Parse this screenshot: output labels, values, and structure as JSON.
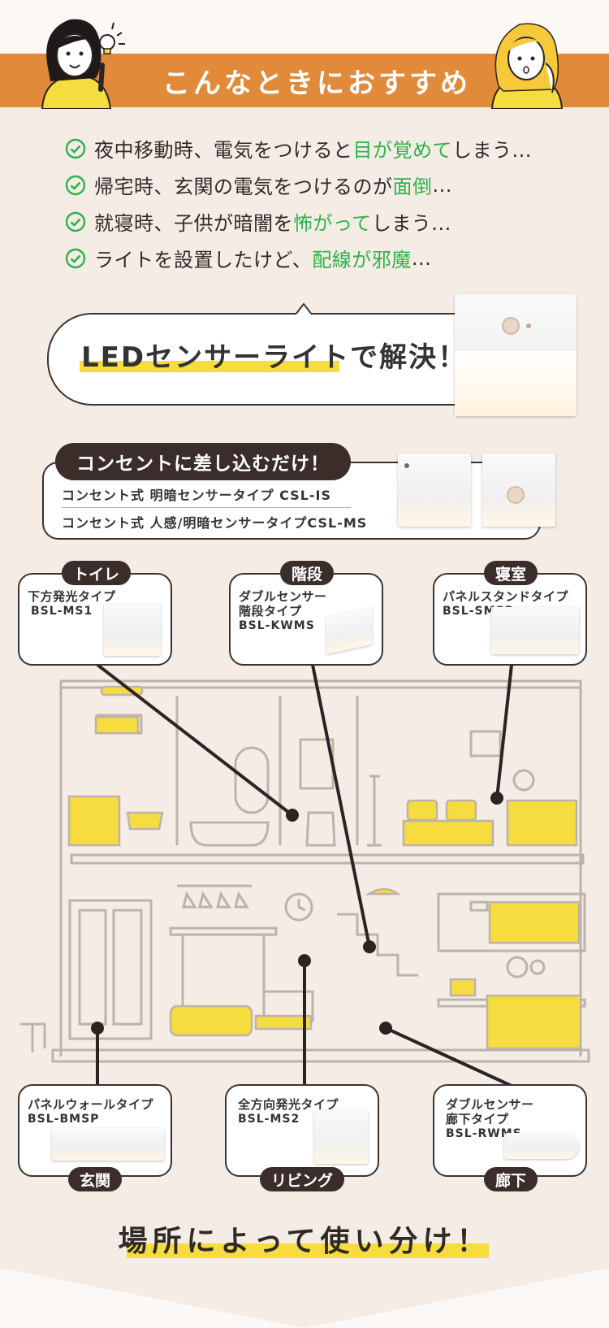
{
  "header": {
    "title": "こんなときにおすすめ"
  },
  "checklist": [
    {
      "before": "夜中移動時、電気をつけると",
      "highlight": "目が覚めて",
      "after": "しまう..."
    },
    {
      "before": "帰宅時、玄関の電気をつけるのが",
      "highlight": "面倒",
      "after": "..."
    },
    {
      "before": "就寝時、子供が暗闇を",
      "highlight": "怖がって",
      "after": "しまう..."
    },
    {
      "before": "ライトを設置したけど、",
      "highlight": "配線が邪魔",
      "after": "..."
    }
  ],
  "solution": {
    "product": "LEDセンサーライト",
    "suffix": "で解決！"
  },
  "plug": {
    "tag": "コンセントに差し込むだけ！",
    "line1": "コンセント式 明暗センサータイプ CSL-IS",
    "line2": "コンセント式 人感/明暗センサータイプCSL-MS"
  },
  "cards": {
    "toilet": {
      "tag": "トイレ",
      "name": "下方発光タイプ",
      "model": "BSL-MS1"
    },
    "stairs": {
      "tag": "階段",
      "name1": "ダブルセンサー",
      "name2": "階段タイプ",
      "model": "BSL-KWMS"
    },
    "bedroom": {
      "tag": "寝室",
      "name": "パネルスタンドタイプ",
      "model": "BSL-SMSP"
    },
    "entrance": {
      "tag": "玄関",
      "name": "パネルウォールタイプ",
      "model": "BSL-BMSP"
    },
    "living": {
      "tag": "リビング",
      "name": "全方向発光タイプ",
      "model": "BSL-MS2"
    },
    "hallway": {
      "tag": "廊下",
      "name1": "ダブルセンサー",
      "name2": "廊下タイプ",
      "model": "BSL-RWMS"
    }
  },
  "footer": {
    "title": "場所によって使い分け！"
  },
  "colors": {
    "banner": "#e08a3a",
    "highlight": "#2db24a",
    "marker": "#f6dc3e",
    "dark": "#3a2d2a",
    "background": "#f5ece6"
  }
}
